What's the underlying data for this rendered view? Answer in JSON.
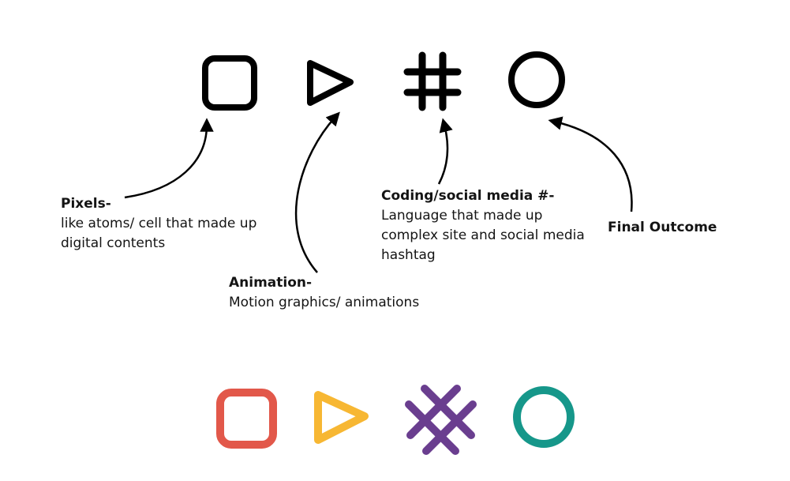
{
  "labels": {
    "pixels": {
      "title": "Pixels-",
      "description": "like atoms/ cell that made up\ndigital contents"
    },
    "animation": {
      "title": "Animation-",
      "description": "Motion graphics/ animations"
    },
    "coding": {
      "title": "Coding/social media #-",
      "description": "Language that made up\ncomplex site and social media\nhashtag"
    },
    "final": {
      "title": "Final Outcome"
    }
  },
  "icons": {
    "black_row": [
      "square-icon",
      "play-icon",
      "hashtag-icon",
      "circle-icon"
    ],
    "color_row": [
      {
        "name": "square-icon",
        "color": "#E2584A"
      },
      {
        "name": "play-icon",
        "color": "#F7B733"
      },
      {
        "name": "hashtag-icon",
        "color": "#6A3E8F"
      },
      {
        "name": "circle-icon",
        "color": "#16978A"
      }
    ],
    "stroke_color": "#000000"
  }
}
